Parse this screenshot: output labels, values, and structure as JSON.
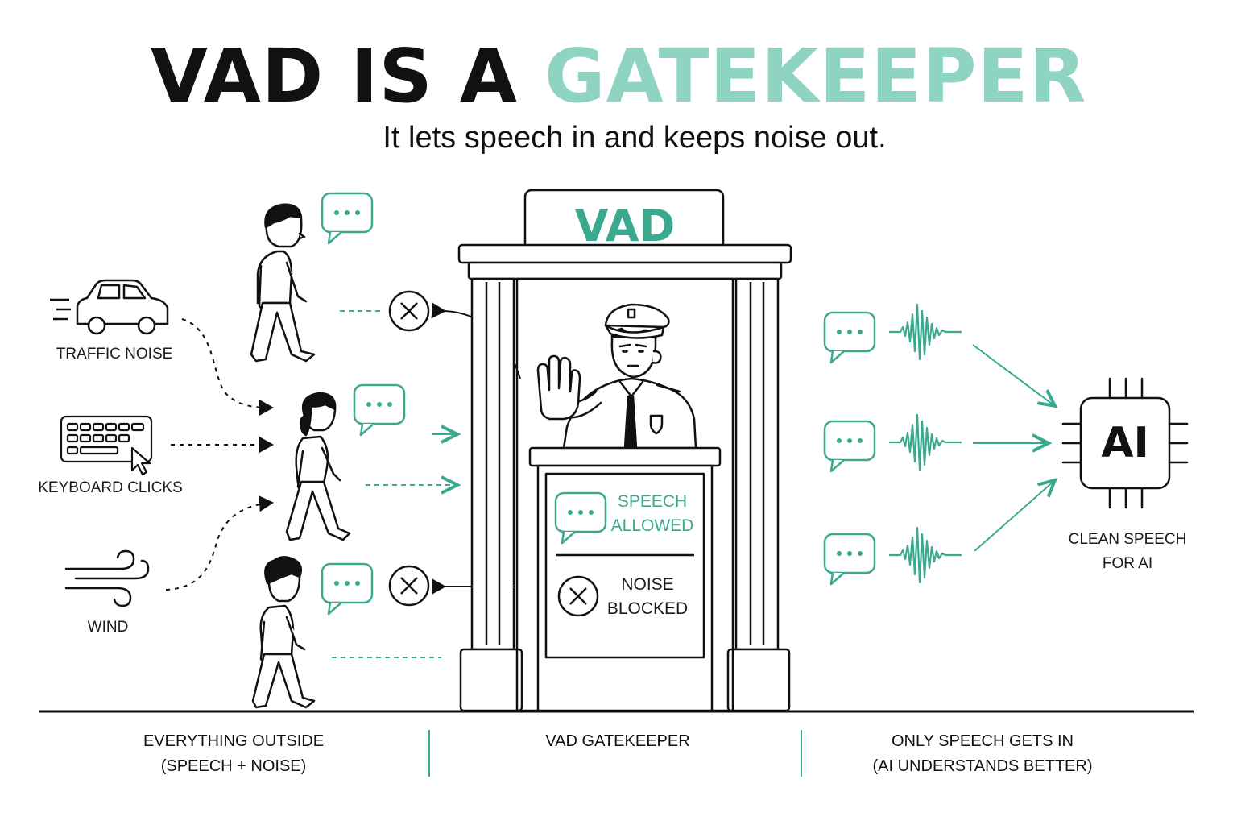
{
  "title": {
    "main": "VAD IS A",
    "accent": "GATEKEEPER"
  },
  "subtitle": "It lets speech in and keeps noise out.",
  "booth": {
    "sign": "VAD",
    "panel_allowed": [
      "SPEECH",
      "ALLOWED"
    ],
    "panel_blocked": [
      "NOISE",
      "BLOCKED"
    ]
  },
  "noise_sources": [
    {
      "label": "TRAFFIC NOISE",
      "icon": "car-icon"
    },
    {
      "label": "KEYBOARD CLICKS",
      "icon": "keyboard-icon"
    },
    {
      "label": "WIND",
      "icon": "wind-icon"
    }
  ],
  "ai_chip": {
    "label": "AI",
    "caption": [
      "CLEAN SPEECH",
      "FOR AI"
    ]
  },
  "footer": {
    "col1": [
      "EVERYTHING OUTSIDE",
      "(SPEECH + NOISE)"
    ],
    "col2": [
      "VAD GATEKEEPER"
    ],
    "col3": [
      "ONLY SPEECH GETS IN",
      "(AI UNDERSTANDS BETTER)"
    ]
  },
  "colors": {
    "accent": "#3aa98f",
    "accent_light": "#8fd3c3",
    "ink": "#111111"
  }
}
